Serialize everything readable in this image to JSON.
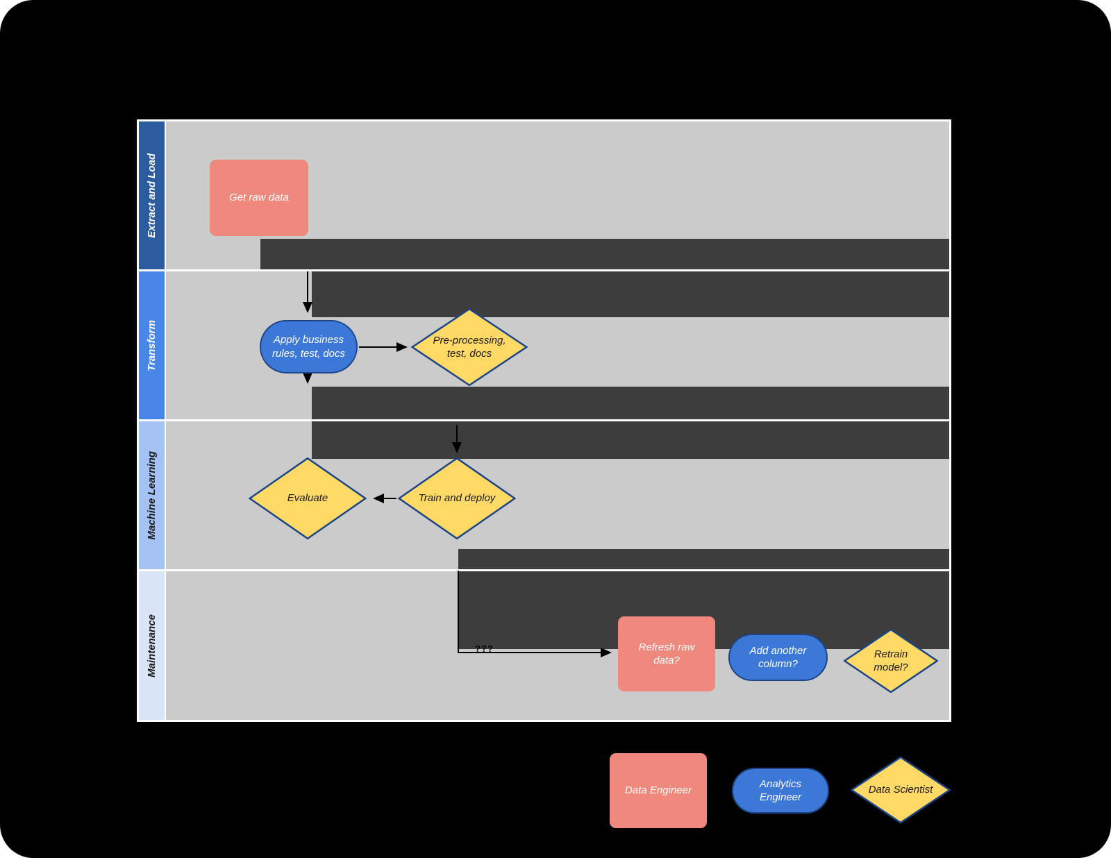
{
  "diagram": {
    "lanes": [
      {
        "label": "Extract and Load"
      },
      {
        "label": "Transform"
      },
      {
        "label": "Machine Learning"
      },
      {
        "label": "Maintenance"
      }
    ],
    "nodes": [
      {
        "id": "get-raw-data",
        "shape": "rounded-rect",
        "role": "data-engineer",
        "label": "Get raw data"
      },
      {
        "id": "apply-rules",
        "shape": "stadium",
        "role": "analytics-engineer",
        "label": "Apply business rules, test, docs"
      },
      {
        "id": "preprocessing",
        "shape": "diamond",
        "role": "data-scientist",
        "label": "Pre-processing, test, docs"
      },
      {
        "id": "evaluate",
        "shape": "diamond",
        "role": "data-scientist",
        "label": "Evaluate"
      },
      {
        "id": "train-deploy",
        "shape": "diamond",
        "role": "data-scientist",
        "label": "Train and deploy"
      },
      {
        "id": "refresh-raw-data",
        "shape": "rounded-rect",
        "role": "data-engineer",
        "label": "Refresh raw data?"
      },
      {
        "id": "add-column",
        "shape": "stadium",
        "role": "analytics-engineer",
        "label": "Add another column?"
      },
      {
        "id": "retrain-model",
        "shape": "diamond",
        "role": "data-scientist",
        "label": "Retrain model?"
      }
    ],
    "connectors": {
      "maintenance_label": "???"
    },
    "legend": [
      {
        "shape": "rounded-rect",
        "label": "Data Engineer"
      },
      {
        "shape": "stadium",
        "label": "Analytics Engineer"
      },
      {
        "shape": "diamond",
        "label": "Data Scientist"
      }
    ]
  },
  "colors": {
    "canvas_bg": "#000000",
    "lane_body": "#cbcbcb",
    "dark_block": "#3d3d3d",
    "lane_extract": "#2d5c9e",
    "lane_transform": "#4a86e8",
    "lane_ml": "#a4c2f4",
    "lane_maintenance": "#d9e5f7",
    "salmon": "#f0897d",
    "blue": "#3c78d8",
    "blue_border": "#1c4587",
    "yellow": "#ffd966",
    "arrow": "#000000"
  }
}
